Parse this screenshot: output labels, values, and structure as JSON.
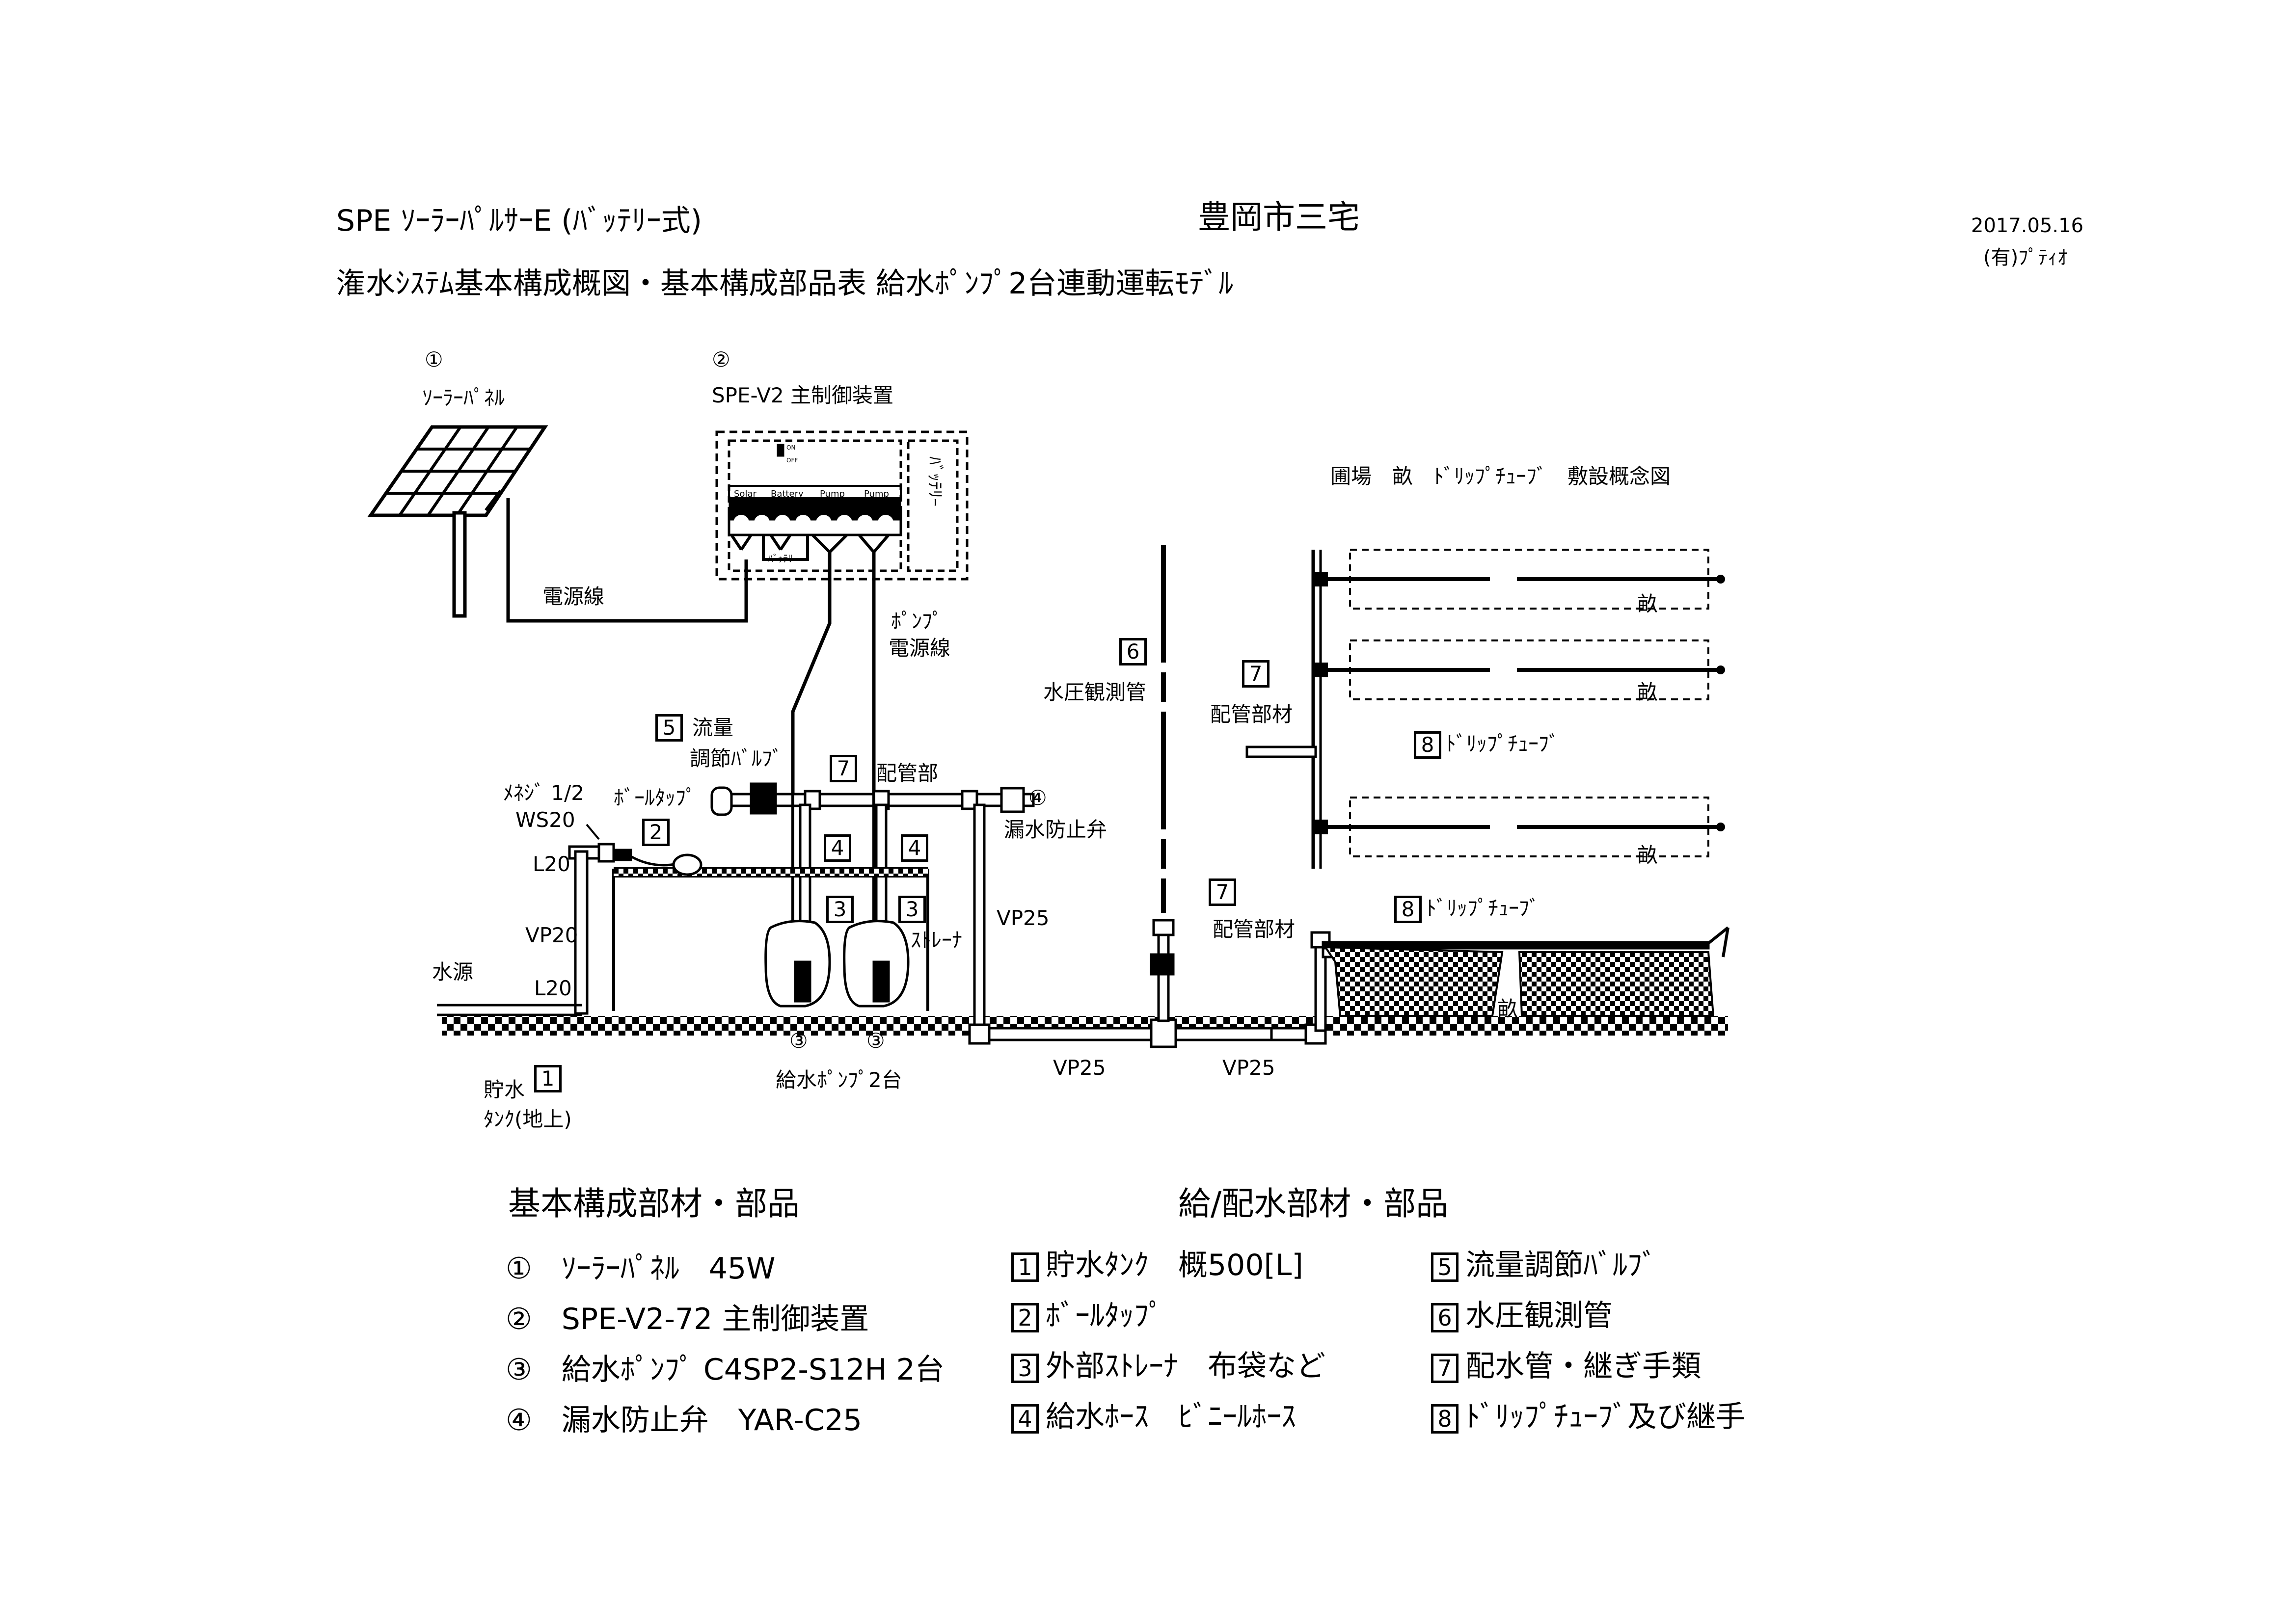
{
  "header": {
    "title_line1": "SPE ｿｰﾗｰﾊﾟﾙｻｰE (ﾊﾞｯﾃﾘｰ式)",
    "location": "豊岡市三宅",
    "date": "2017.05.16",
    "company": "(有)ﾌﾟﾃｨｵ",
    "title_line2": "潅水ｼｽﾃﾑ基本構成概図・基本構成部品表 給水ﾎﾟﾝﾌﾟ2台連動運転ﾓﾃﾞﾙ"
  },
  "diagram": {
    "solar_num": "①",
    "solar_label": "ｿｰﾗｰﾊﾟﾈﾙ",
    "ctrl_num": "②",
    "ctrl_label": "SPE-V2 主制御装置",
    "battery_box": "ﾊﾞｯﾃﾘｰ",
    "terminal_labels": [
      "Solar",
      "Battery",
      "Pump",
      "Pump"
    ],
    "battery_small": "ﾊﾞｯﾃﾘｰ",
    "switch_on": "ON",
    "switch_off": "OFF",
    "power_line": "電源線",
    "pump_power_1": "ﾎﾟﾝﾌﾟ",
    "pump_power_2": "電源線",
    "flow_valve_num": "5",
    "flow_valve_1": "流量",
    "flow_valve_2": "調節ﾊﾞﾙﾌﾞ",
    "piping_num": "7",
    "piping_label": "配管部",
    "check_valve_num": "④",
    "check_valve_label": "漏水防止弁",
    "pressure_num": "6",
    "pressure_label": "水圧観測管",
    "fitting_num_1": "7",
    "fitting_label_1": "配管部材",
    "fitting_num_2": "7",
    "fitting_label_2": "配管部材",
    "drip_num_1": "8",
    "drip_label_1": "ﾄﾞﾘｯﾌﾟﾁｭｰﾌﾞ",
    "drip_num_2": "8",
    "drip_label_2": "ﾄﾞﾘｯﾌﾟﾁｭｰﾌﾞ",
    "field_title": "圃場　畝　ﾄﾞﾘｯﾌﾟﾁｭｰﾌﾞ　敷設概念図",
    "ridge": "畝",
    "meneji": "ﾒﾈｼﾞ 1/2",
    "ws20": "WS20",
    "balltap": "ﾎﾞｰﾙﾀｯﾌﾟ",
    "balltap_num": "2",
    "l20_top": "L20",
    "vp20": "VP20",
    "l20_bottom": "L20",
    "water_source": "水源",
    "tank_label_1": "貯水",
    "tank_label_2": "ﾀﾝｸ(地上)",
    "tank_num": "1",
    "hose_num": "4",
    "strainer_num": "3",
    "strainer_label": "ｽﾄﾚｰﾅ",
    "pump_num": "③",
    "pump_label": "給水ﾎﾟﾝﾌﾟ2台",
    "vp25": "VP25"
  },
  "parts": {
    "left_title": "基本構成部材・部品",
    "right_title": "給/配水部材・部品",
    "col1": [
      {
        "num": "①",
        "text": "ｿｰﾗｰﾊﾟﾈﾙ　45W"
      },
      {
        "num": "②",
        "text": "SPE-V2-72 主制御装置"
      },
      {
        "num": "③",
        "text": "給水ﾎﾟﾝﾌﾟ C4SP2-S12H 2台"
      },
      {
        "num": "④",
        "text": "漏水防止弁　YAR-C25"
      }
    ],
    "col2": [
      {
        "num": "1",
        "text": "貯水ﾀﾝｸ　概500[L]"
      },
      {
        "num": "2",
        "text": "ﾎﾞｰﾙﾀｯﾌﾟ"
      },
      {
        "num": "3",
        "text": "外部ｽﾄﾚｰﾅ　布袋など"
      },
      {
        "num": "4",
        "text": "給水ﾎｰｽ　ﾋﾞﾆｰﾙﾎｰｽ"
      }
    ],
    "col3": [
      {
        "num": "5",
        "text": "流量調節ﾊﾞﾙﾌﾞ"
      },
      {
        "num": "6",
        "text": "水圧観測管"
      },
      {
        "num": "7",
        "text": "配水管・継ぎ手類"
      },
      {
        "num": "8",
        "text": "ﾄﾞﾘｯﾌﾟﾁｭｰﾌﾞ及び継手"
      }
    ]
  }
}
